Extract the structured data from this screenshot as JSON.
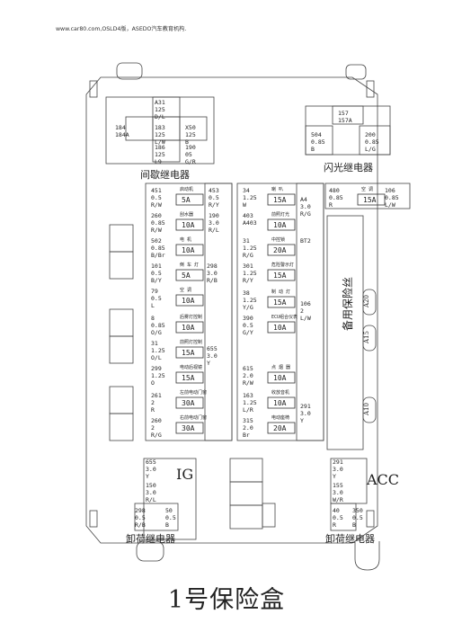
{
  "header": "www.car80.com,OSLD4版，ASEDO汽车教育机构.",
  "title": "1号保险盒",
  "labels": {
    "intermittent_relay": "间歇继电器",
    "flash_relay": "闪光继电器",
    "ig": "IG",
    "acc": "ACC",
    "unload_relay_left": "卸荷继电器",
    "unload_relay_right": "卸荷继电器",
    "spare_fuse": "备用保险丝"
  },
  "spare_fuses": [
    "A20",
    "A15",
    "A10"
  ],
  "wire_labels": [
    {
      "id": "top_a",
      "lines": [
        "A31",
        "125",
        "D/L"
      ]
    },
    {
      "id": "top_b",
      "lines": [
        "184",
        "184A"
      ]
    },
    {
      "id": "top_c",
      "lines": [
        "183",
        "125",
        "L/W"
      ]
    },
    {
      "id": "top_d",
      "lines": [
        "X50",
        "125",
        "B"
      ]
    },
    {
      "id": "top_e",
      "lines": [
        "186",
        "125",
        "L9"
      ]
    },
    {
      "id": "top_f",
      "lines": [
        "190",
        "05",
        "G/R"
      ]
    },
    {
      "id": "fl_a",
      "lines": [
        "157",
        "157A"
      ]
    },
    {
      "id": "fl_b",
      "lines": [
        "504",
        "0.85",
        "B"
      ]
    },
    {
      "id": "fl_c",
      "lines": [
        "200",
        "0.85",
        "L/G"
      ]
    },
    {
      "id": "l1",
      "lines": [
        "451",
        "0.5",
        "R/W"
      ]
    },
    {
      "id": "l2",
      "lines": [
        "260",
        "0.85",
        "R/W"
      ]
    },
    {
      "id": "l3",
      "lines": [
        "502",
        "0.85",
        "B/Br"
      ]
    },
    {
      "id": "l4",
      "lines": [
        "101",
        "0.5",
        "B/Y"
      ]
    },
    {
      "id": "l5",
      "lines": [
        "79",
        "0.5",
        "L"
      ]
    },
    {
      "id": "l6",
      "lines": [
        "8",
        "0.85",
        "O/G"
      ]
    },
    {
      "id": "l7",
      "lines": [
        "31",
        "1.25",
        "O/L"
      ]
    },
    {
      "id": "l8",
      "lines": [
        "299",
        "1.25",
        "O"
      ]
    },
    {
      "id": "l9",
      "lines": [
        "261",
        "2",
        "R"
      ]
    },
    {
      "id": "l10",
      "lines": [
        "260",
        "2",
        "R/G"
      ]
    },
    {
      "id": "r1",
      "lines": [
        "453",
        "0.5",
        "R/Y"
      ]
    },
    {
      "id": "r2",
      "lines": [
        "190",
        "3.0",
        "R/L"
      ]
    },
    {
      "id": "r3",
      "lines": [
        "298",
        "3.0",
        "R/B"
      ]
    },
    {
      "id": "r4",
      "lines": [
        "655",
        "3.0",
        "Y"
      ]
    },
    {
      "id": "m1",
      "lines": [
        "34",
        "1.25",
        "W"
      ]
    },
    {
      "id": "m2",
      "lines": [
        "403",
        "A403"
      ]
    },
    {
      "id": "m3",
      "lines": [
        "31",
        "1.25",
        "R/G"
      ]
    },
    {
      "id": "m4",
      "lines": [
        "301",
        "1.25",
        "R/Y"
      ]
    },
    {
      "id": "m5",
      "lines": [
        "38",
        "1.25",
        "Y/G"
      ]
    },
    {
      "id": "m6",
      "lines": [
        "390",
        "0.5",
        "G/Y"
      ]
    },
    {
      "id": "m7",
      "lines": [
        "615",
        "2.0",
        "R/W"
      ]
    },
    {
      "id": "m8",
      "lines": [
        "163",
        "1.25",
        "L/R"
      ]
    },
    {
      "id": "m9",
      "lines": [
        "315",
        "2.0",
        "Br"
      ]
    },
    {
      "id": "mr1",
      "lines": [
        "A4",
        "3.0",
        "R/G"
      ]
    },
    {
      "id": "mr2",
      "lines": [
        "BT2"
      ]
    },
    {
      "id": "mr3",
      "lines": [
        "106",
        "2",
        "L/W"
      ]
    },
    {
      "id": "mr4",
      "lines": [
        "291",
        "3.0",
        "Y"
      ]
    },
    {
      "id": "tr1",
      "lines": [
        "480",
        "0.85",
        "R"
      ]
    },
    {
      "id": "tr2",
      "lines": [
        "106",
        "0.85",
        "L/W"
      ]
    },
    {
      "id": "b1",
      "lines": [
        "655",
        "3.0",
        "Y"
      ]
    },
    {
      "id": "b2",
      "lines": [
        "150",
        "3.0",
        "R/L"
      ]
    },
    {
      "id": "b3",
      "lines": [
        "298",
        "0.5",
        "R/B"
      ]
    },
    {
      "id": "b4",
      "lines": [
        "50",
        "0.5",
        "B"
      ]
    },
    {
      "id": "b5",
      "lines": [
        "291",
        "3.0",
        "Y"
      ]
    },
    {
      "id": "b6",
      "lines": [
        "155",
        "3.0",
        "W/R"
      ]
    },
    {
      "id": "b7",
      "lines": [
        "40",
        "0.5",
        "R"
      ]
    },
    {
      "id": "b8",
      "lines": [
        "350",
        "0.5",
        "B"
      ]
    }
  ],
  "fuses": [
    {
      "id": "f1",
      "name": "启动机",
      "amp": "5A"
    },
    {
      "id": "f2",
      "name": "刮水器",
      "amp": "10A"
    },
    {
      "id": "f3",
      "name": "电 机",
      "amp": "10A"
    },
    {
      "id": "f4",
      "name": "倒 车 灯",
      "amp": "5A"
    },
    {
      "id": "f5",
      "name": "空 调",
      "amp": "10A"
    },
    {
      "id": "f6",
      "name": "后雾灯控制",
      "amp": "10A"
    },
    {
      "id": "f7",
      "name": "前照灯控制",
      "amp": "15A"
    },
    {
      "id": "f8",
      "name": "电动后视镜",
      "amp": "15A"
    },
    {
      "id": "f9",
      "name": "左前电动门窗",
      "amp": "30A"
    },
    {
      "id": "f10",
      "name": "右前电动门窗",
      "amp": "30A"
    },
    {
      "id": "g1",
      "name": "喇 叭",
      "amp": "15A"
    },
    {
      "id": "g2",
      "name": "前照灯光",
      "amp": "10A"
    },
    {
      "id": "g3",
      "name": "中控锁",
      "amp": "20A"
    },
    {
      "id": "g4",
      "name": "危险警示灯",
      "amp": "15A"
    },
    {
      "id": "g5",
      "name": "制 动 灯",
      "amp": "15A"
    },
    {
      "id": "g6",
      "name": "ECU组合仪表",
      "amp": "10A"
    },
    {
      "id": "g7",
      "name": "点 烟 器",
      "amp": "10A"
    },
    {
      "id": "g8",
      "name": "收放音机",
      "amp": "10A"
    },
    {
      "id": "g9",
      "name": "电动座椅",
      "amp": "20A"
    },
    {
      "id": "h1",
      "name": "空 调",
      "amp": "15A"
    }
  ]
}
